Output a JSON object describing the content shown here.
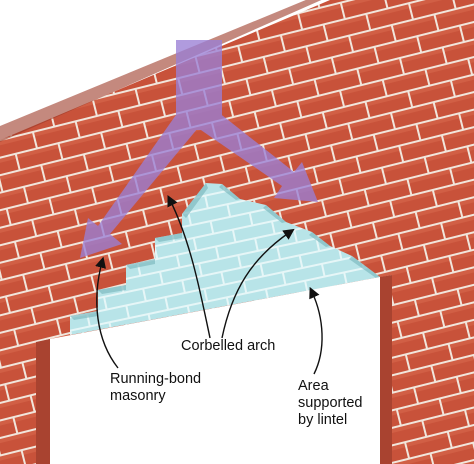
{
  "labels": {
    "corbelled_arch": "Corbelled arch",
    "running_bond": [
      "Running-bond",
      "masonry"
    ],
    "area_supported": [
      "Area",
      "supported",
      "by lintel"
    ]
  },
  "colors": {
    "brick": "#c8523a",
    "mortar": "#f1e6dc",
    "wall_side": "#9c3a28",
    "light_brick": "#b8e4e8",
    "load_arrow": "#9a7fd6",
    "background": "#ffffff"
  },
  "icons": {
    "load_arrows": "arrow-split-icon",
    "leader_lines": "curved-leader-arrow-icon"
  }
}
